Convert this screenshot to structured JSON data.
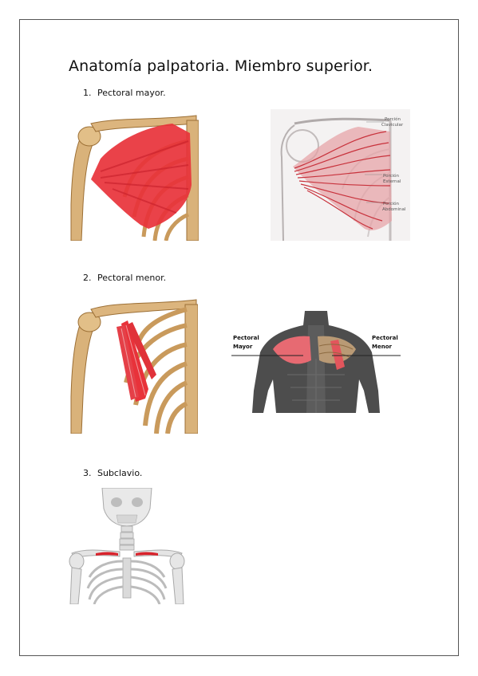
{
  "document": {
    "title": "Anatomía palpatoria. Miembro superior."
  },
  "sections": [
    {
      "number": "1.",
      "label": "Pectoral mayor.",
      "figures": [
        {
          "name": "pectoral-mayor-illustration",
          "labels": []
        },
        {
          "name": "pectoral-mayor-sketch",
          "labels": [
            "Porción Clavicular",
            "Porción Esternal",
            "Porción Abdominal"
          ]
        }
      ]
    },
    {
      "number": "2.",
      "label": "Pectoral menor.",
      "figures": [
        {
          "name": "pectoral-menor-illustration",
          "labels": []
        },
        {
          "name": "torso-diagram",
          "labels": [
            "Pectoral Mayor",
            "Pectoral Menor"
          ]
        }
      ]
    },
    {
      "number": "3.",
      "label": "Subclavio.",
      "figures": [
        {
          "name": "subclavio-skeleton",
          "labels": []
        }
      ]
    }
  ],
  "sketch_labels": {
    "clavicular_1": "Porción",
    "clavicular_2": "Clavicular",
    "esternal_1": "Porción",
    "esternal_2": "Esternal",
    "abdominal_1": "Porción",
    "abdominal_2": "Abdominal"
  },
  "torso_labels": {
    "mayor_1": "Pectoral",
    "mayor_2": "Mayor",
    "menor_1": "Pectoral",
    "menor_2": "Menor"
  },
  "colors": {
    "muscle_red": "#e8323a",
    "bone": "#d9b27a",
    "bone_dark": "#9c6f35",
    "sketch_red": "#c8323c",
    "page_border": "#555555"
  }
}
